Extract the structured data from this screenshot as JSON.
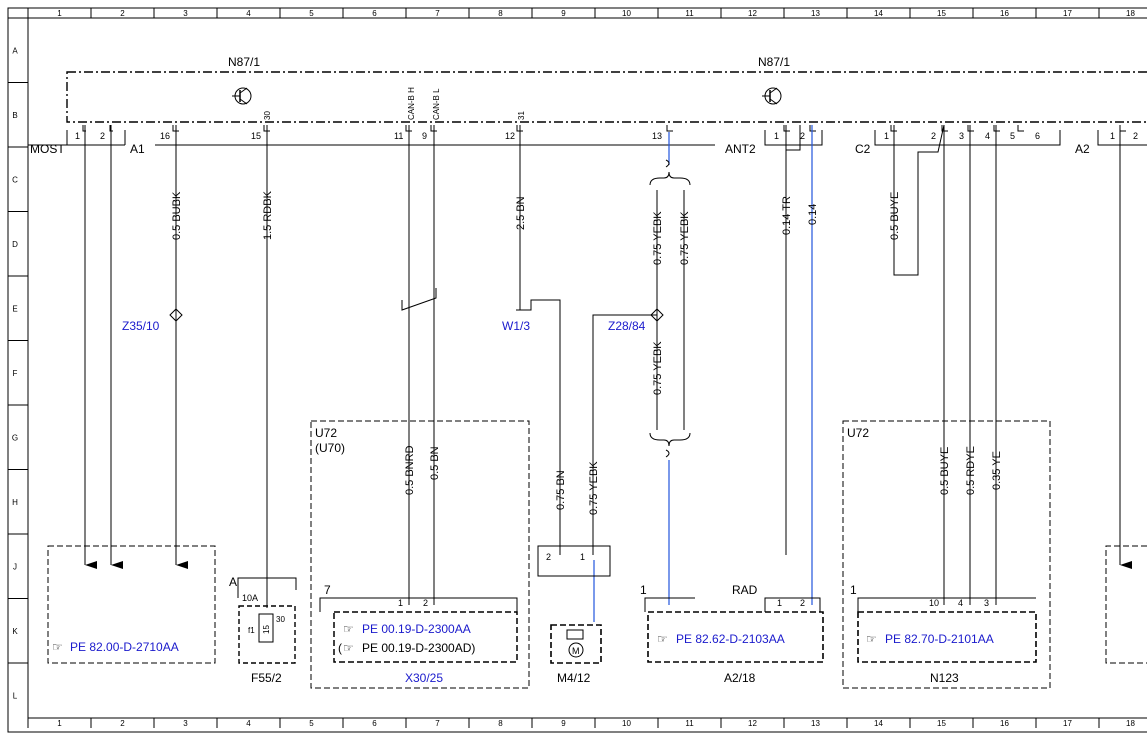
{
  "grid": {
    "columns": [
      "1",
      "2",
      "3",
      "4",
      "5",
      "6",
      "7",
      "8",
      "9",
      "10",
      "11",
      "12",
      "13",
      "14",
      "15",
      "16",
      "17",
      "18"
    ],
    "rows": [
      "A",
      "B",
      "C",
      "D",
      "E",
      "F",
      "G",
      "H",
      "J",
      "K",
      "L"
    ]
  },
  "module": {
    "name_left": "N87/1",
    "name_right": "N87/1",
    "connectors": [
      "MOST",
      "A1",
      "ANT2",
      "C2",
      "A2"
    ],
    "pins": [
      "1",
      "2",
      "16",
      "15",
      "11",
      "9",
      "12",
      "13",
      "1",
      "2",
      "1",
      "2",
      "3",
      "4",
      "5",
      "6",
      "1",
      "2"
    ],
    "pin_labels": [
      "30",
      "CAN-B H",
      "CAN-B L",
      "31"
    ]
  },
  "wires": [
    "0.5 BUBK",
    "1.5 RDBK",
    "2.5 BN",
    "0.75 YEBK",
    "0.75 YEBK",
    "0.75 YEBK",
    "0.14 TR",
    "0.14",
    "0.5 BUYE",
    "0.5 BNRD",
    "0.5 BN",
    "0.75 BN",
    "0.75 YEBK",
    "0.5 BUYE",
    "0.5 RDYE",
    "0.35 YE"
  ],
  "references": [
    "Z35/10",
    "W1/3",
    "Z28/84"
  ],
  "components": {
    "f55_2": {
      "label": "F55/2",
      "fuse_rating": "10A",
      "fuse_name": "f1",
      "fuse_value": "15",
      "terminal": "30",
      "connector": "A"
    },
    "u72_left": {
      "label1": "U72",
      "label2": "(U70)",
      "connector_pin": "7",
      "pins": [
        "1",
        "2"
      ],
      "ref1": "PE 00.19-D-2300AA",
      "ref2": "PE 00.19-D-2300AD)",
      "ref2_prefix": "(",
      "caption": "X30/25"
    },
    "m4_12": {
      "label": "M4/12",
      "pins": [
        "2",
        "1"
      ],
      "motor": "M"
    },
    "a2_18": {
      "label": "A2/18",
      "connector_pin": "1",
      "rad": "RAD",
      "pins": [
        "1",
        "2"
      ],
      "ref": "PE 82.62-D-2103AA"
    },
    "u72_right": {
      "label": "U72",
      "connector_pin": "1",
      "pins": [
        "10",
        "4",
        "3"
      ],
      "ref": "PE 82.70-D-2101AA",
      "caption": "N123"
    },
    "left_box": {
      "ref": "PE 82.00-D-2710AA"
    }
  },
  "colors": {
    "line": "#000000",
    "blue_text": "#1a1acc",
    "blue_wire": "#2255dd"
  }
}
